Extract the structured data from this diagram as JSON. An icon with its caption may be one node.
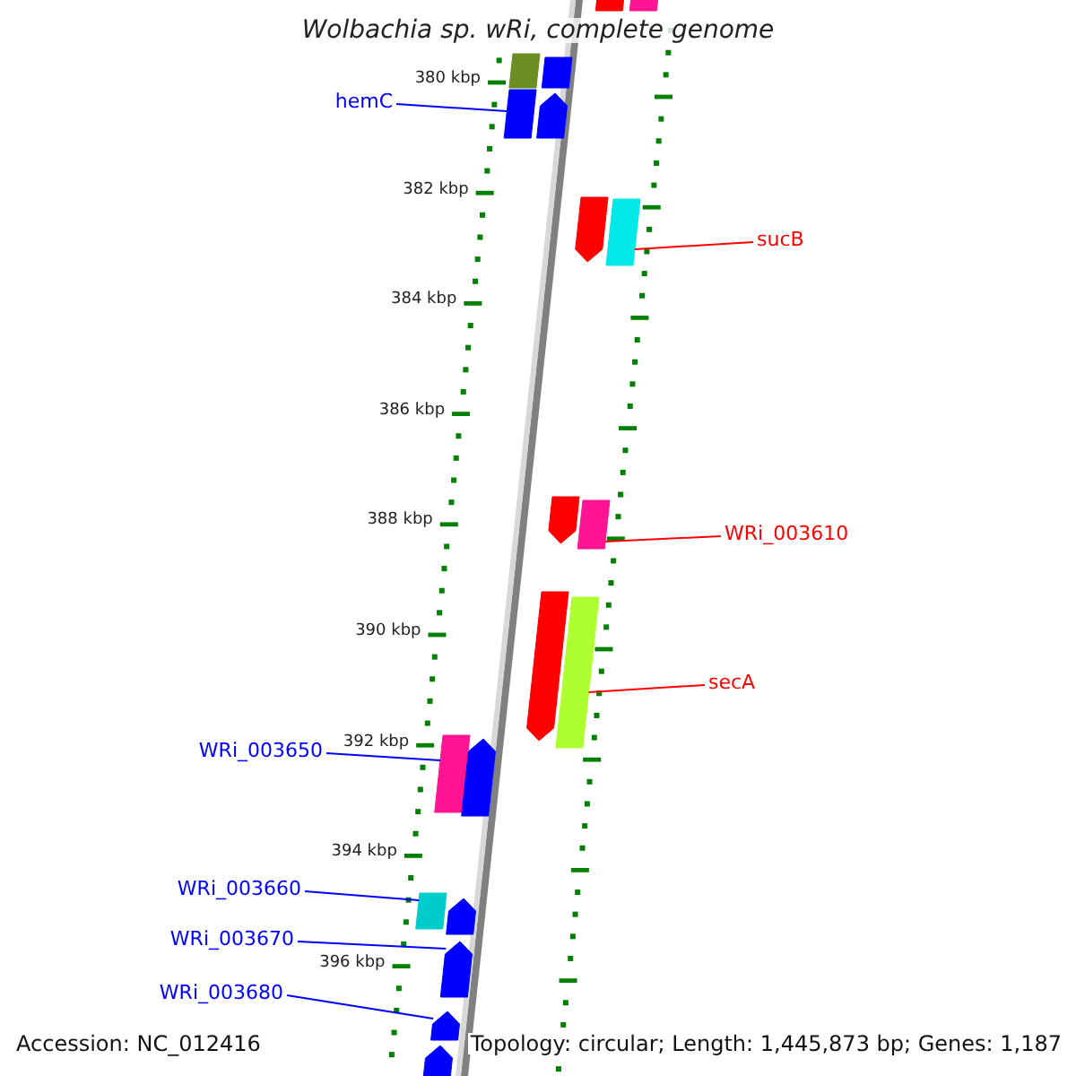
{
  "diagram": {
    "title": "Wolbachia sp. wRi, complete genome",
    "nodes": [
      {
        "text": [],
        "shape": "bar"
      },
      {
        "text": [],
        "shape": "bar"
      },
      {
        "text": [],
        "shape": "bar"
      },
      {
        "text": [],
        "shape": "bar"
      },
      {
        "text": [
          "hemC"
        ]
      },
      {
        "text": [],
        "shape": "bar"
      },
      {
        "text": [],
        "shape": "arrow"
      },
      {
        "text": [],
        "shape": "arrow"
      },
      {
        "text": [],
        "shape": "bar"
      },
      {
        "text": [
          "sucB"
        ]
      },
      {
        "text": [],
        "shape": "arrow"
      },
      {
        "text": [],
        "shape": "bar"
      },
      {
        "text": [
          "WRi_003610"
        ]
      },
      {
        "text": [],
        "shape": "arrow"
      },
      {
        "text": [],
        "shape": "bar"
      },
      {
        "text": [
          "secA"
        ]
      },
      {
        "text": [],
        "shape": "bar"
      },
      {
        "text": [],
        "shape": "arrow"
      },
      {
        "text": [
          "WRi_003650"
        ]
      },
      {
        "text": [],
        "shape": "bar"
      },
      {
        "text": [],
        "shape": "arrow"
      },
      {
        "text": [
          "WRi_003660"
        ]
      },
      {
        "text": [],
        "shape": "arrow"
      },
      {
        "text": [
          "WRi_003670"
        ]
      },
      {
        "text": [],
        "shape": "arrow"
      },
      {
        "text": [
          "WRi_003680"
        ]
      },
      {
        "text": [],
        "shape": "arrow"
      }
    ],
    "edges": [
      {
        "from": 4,
        "to": 5,
        "arrow": "none"
      },
      {
        "from": 9,
        "to": 8,
        "arrow": "none",
        "color": "#ff0000"
      },
      {
        "from": 12,
        "to": 11,
        "arrow": "none",
        "color": "#ff0000"
      },
      {
        "from": 15,
        "to": 14,
        "arrow": "none",
        "color": "#ff0000"
      },
      {
        "from": 18,
        "to": 16,
        "arrow": "none"
      },
      {
        "from": 21,
        "to": 19,
        "arrow": "none"
      },
      {
        "from": 23,
        "to": 22,
        "arrow": "none"
      },
      {
        "from": 25,
        "to": 24,
        "arrow": "none"
      }
    ],
    "labels": [
      "380 kbp",
      "382 kbp",
      "384 kbp",
      "386 kbp",
      "388 kbp",
      "390 kbp",
      "392 kbp",
      "394 kbp",
      "396 kbp",
      "Accession: NC_012416",
      "Topology: circular; Length: 1,445,873 bp; Genes: 1,187"
    ]
  }
}
